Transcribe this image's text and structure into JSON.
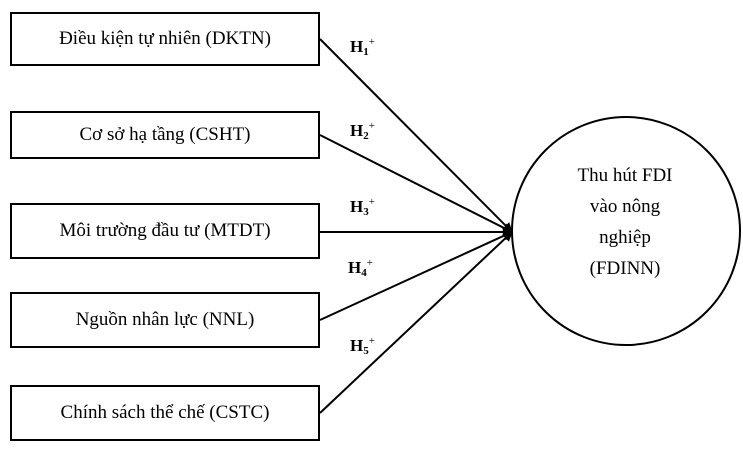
{
  "factors": [
    {
      "label": "Điều kiện tự nhiên (DKTN)"
    },
    {
      "label": "Cơ sở hạ tầng (CSHT)"
    },
    {
      "label": "Môi trường đầu tư (MTDT)"
    },
    {
      "label": "Nguồn nhân lực (NNL)"
    },
    {
      "label": "Chính sách thể chế (CSTC)"
    }
  ],
  "outcome": {
    "lines": [
      "Thu hút FDI",
      "vào nông",
      "nghiệp",
      "(FDINN)"
    ]
  },
  "hypotheses": [
    {
      "letter": "H",
      "num": "1",
      "sign": "+"
    },
    {
      "letter": "H",
      "num": "2",
      "sign": "+"
    },
    {
      "letter": "H",
      "num": "3",
      "sign": "+"
    },
    {
      "letter": "H",
      "num": "4",
      "sign": "+"
    },
    {
      "letter": "H",
      "num": "5",
      "sign": "+"
    }
  ]
}
